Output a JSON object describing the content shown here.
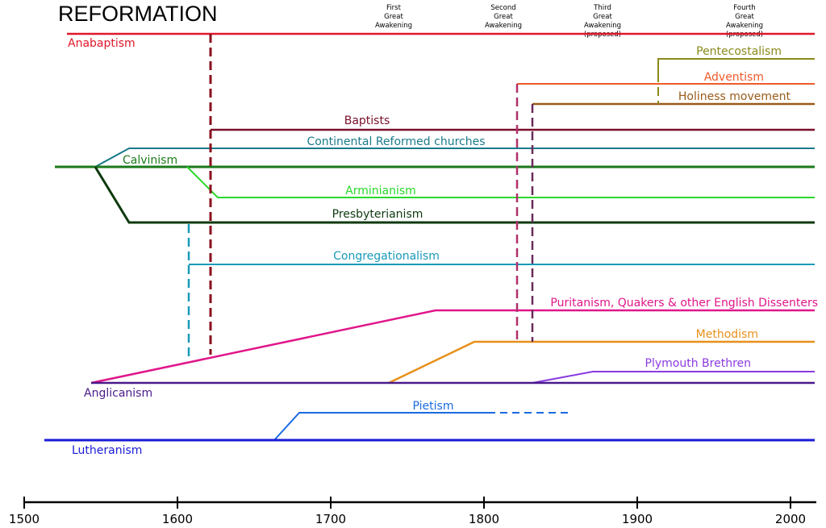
{
  "title": "REFORMATION",
  "awakenings": [
    {
      "label": "First\nGreat\nAwakening",
      "year": 1740
    },
    {
      "label": "Second\nGreat\nAwakening",
      "year": 1810
    },
    {
      "label": "Third\nGreat\nAwakening\n(proposed)",
      "year": 1880
    },
    {
      "label": "Fourth\nGreat\nAwakening\n(proposed)",
      "year": 1965
    }
  ],
  "axis": {
    "xmin": 1500,
    "xmax": 2005,
    "ticks": [
      "1500",
      "1600",
      "1700",
      "1800",
      "1900",
      "2000"
    ]
  },
  "movements": [
    {
      "id": "anabaptism",
      "label": "Anabaptism",
      "color": "#e0182a"
    },
    {
      "id": "pentecostalism",
      "label": "Pentecostalism",
      "color": "#8a8a1a"
    },
    {
      "id": "adventism",
      "label": "Adventism",
      "color": "#ee5a2a"
    },
    {
      "id": "holiness",
      "label": "Holiness movement",
      "color": "#9a5a1a"
    },
    {
      "id": "baptists",
      "label": "Baptists",
      "color": "#7a0e2a"
    },
    {
      "id": "continental",
      "label": "Continental Reformed churches",
      "color": "#1a7a8a"
    },
    {
      "id": "calvinism",
      "label": "Calvinism",
      "color": "#1a7a1a"
    },
    {
      "id": "arminianism",
      "label": "Arminianism",
      "color": "#2ad82a"
    },
    {
      "id": "presbyterianism",
      "label": "Presbyterianism",
      "color": "#0f3a0f"
    },
    {
      "id": "congregationalism",
      "label": "Congregationalism",
      "color": "#1a9ab8"
    },
    {
      "id": "puritanism",
      "label": "Puritanism, Quakers & other English Dissenters",
      "color": "#e0168a"
    },
    {
      "id": "methodism",
      "label": "Methodism",
      "color": "#e8901a"
    },
    {
      "id": "plymouth",
      "label": "Plymouth Brethren",
      "color": "#8a3ae0"
    },
    {
      "id": "anglicanism",
      "label": "Anglicanism",
      "color": "#4a1a8a"
    },
    {
      "id": "pietism",
      "label": "Pietism",
      "color": "#1a6ae0"
    },
    {
      "id": "lutheranism",
      "label": "Lutheranism",
      "color": "#1a1ad8"
    }
  ]
}
